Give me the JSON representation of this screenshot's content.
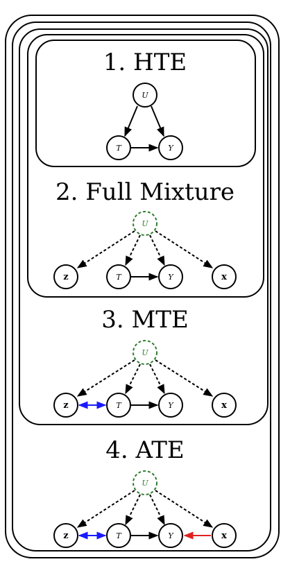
{
  "panels": [
    {
      "title": "1. HTE"
    },
    {
      "title": "2. Full Mixture"
    },
    {
      "title": "3. MTE"
    },
    {
      "title": "4. ATE"
    }
  ],
  "nodes": {
    "u": "U",
    "t": "T",
    "y": "Y",
    "z": "z",
    "x": "x"
  },
  "colors": {
    "latent_node": "#2e7d2e",
    "z_t_edge": "#1a1aff",
    "x_y_edge": "#e02020",
    "edge_default": "#000000"
  },
  "edge_styles": {
    "u_edges_panel1": "solid",
    "u_edges_panels_2_4": "dashed"
  }
}
